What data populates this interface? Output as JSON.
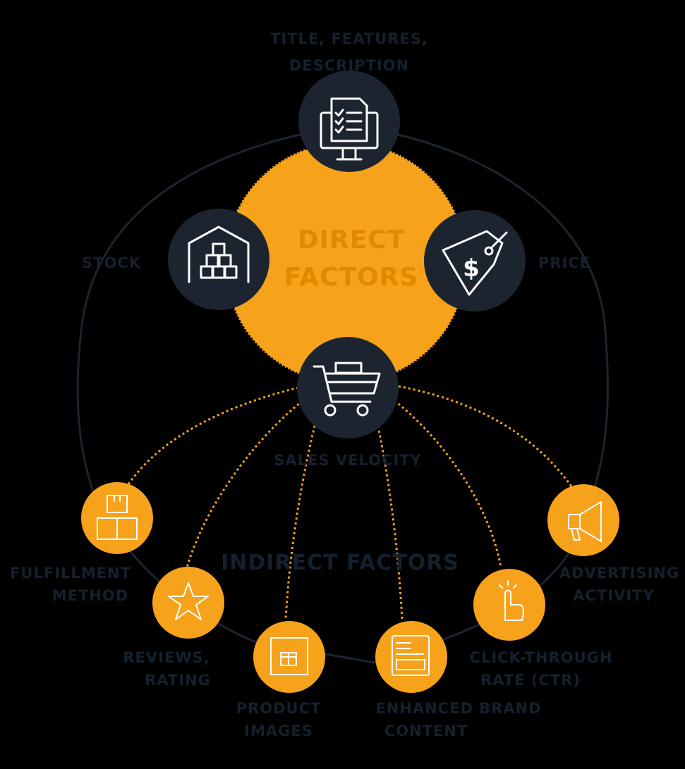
{
  "colors": {
    "background": "#000000",
    "accent_orange": "#f7a21b",
    "dark_navy": "#1c2430",
    "text_dark": "#15202c",
    "center_text": "#e08a00"
  },
  "center": {
    "line1": "DIRECT",
    "line2": "FACTORS"
  },
  "arc_label": "INDIRECT FACTORS",
  "direct_nodes": [
    {
      "icon": "listing-document-monitor-icon",
      "label_lines": [
        "TITLE, FEATURES,",
        "DESCRIPTION"
      ]
    },
    {
      "icon": "price-tag-dollar-icon",
      "label_lines": [
        "PRICE"
      ]
    },
    {
      "icon": "shopping-cart-icon",
      "label_lines": [
        "SALES VELOCITY"
      ]
    },
    {
      "icon": "warehouse-boxes-icon",
      "label_lines": [
        "STOCK"
      ]
    }
  ],
  "indirect_nodes": [
    {
      "icon": "fulfillment-boxes-icon",
      "label_lines": [
        "FULFILLMENT",
        "METHOD"
      ]
    },
    {
      "icon": "star-icon",
      "label_lines": [
        "REVIEWS,",
        "RATING"
      ]
    },
    {
      "icon": "gift-image-icon",
      "label_lines": [
        "PRODUCT",
        "IMAGES"
      ]
    },
    {
      "icon": "enhanced-content-icon",
      "label_lines": [
        "ENHANCED BRAND",
        "CONTENT"
      ]
    },
    {
      "icon": "click-hand-icon",
      "label_lines": [
        "CLICK-THROUGH",
        "RATE (CTR)"
      ]
    },
    {
      "icon": "megaphone-icon",
      "label_lines": [
        "ADVERTISING",
        "ACTIVITY"
      ]
    }
  ]
}
